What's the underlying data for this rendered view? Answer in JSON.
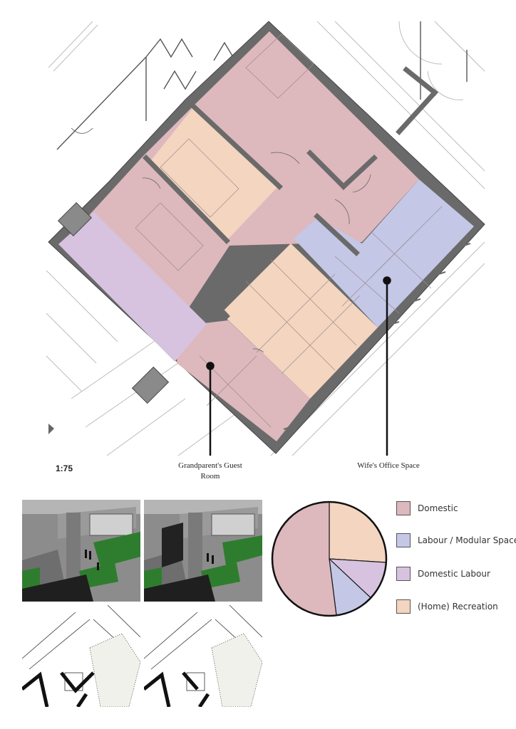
{
  "plan": {
    "scale_label": "1:75",
    "callouts": [
      {
        "label": "Grandparent's Guest Room"
      },
      {
        "label": "Wife's Office Space"
      }
    ]
  },
  "legend": {
    "items": [
      {
        "label": "Domestic",
        "color": "#ddb8bd"
      },
      {
        "label": "Labour / Modular Space",
        "color": "#c4c7e6"
      },
      {
        "label": "Domestic Labour",
        "color": "#d7c3df"
      },
      {
        "label": "(Home) Recreation",
        "color": "#f3d5c0"
      }
    ]
  },
  "chart_data": {
    "type": "pie",
    "series": [
      {
        "values": [
          52,
          11,
          11,
          26
        ]
      }
    ],
    "categories": [
      "Domestic",
      "Labour / Modular Space",
      "Domestic Labour",
      "(Home) Recreation"
    ],
    "colors": [
      "#ddb8bd",
      "#c4c7e6",
      "#d7c3df",
      "#f3d5c0"
    ]
  }
}
